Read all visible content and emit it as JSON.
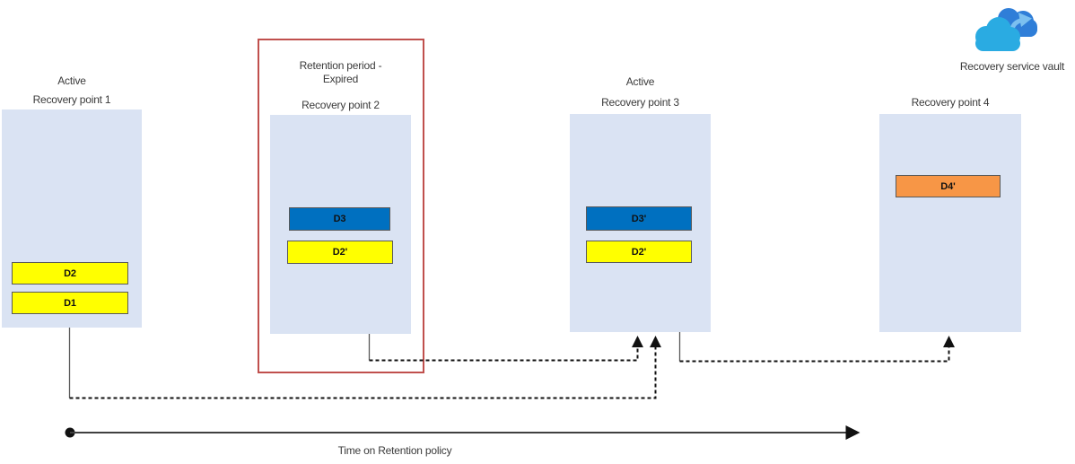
{
  "diagram": {
    "vault": {
      "label": "Recovery service vault",
      "icon": "recovery-vault-cloud-icon"
    },
    "recovery_points": [
      {
        "status": "Active",
        "title": "Recovery point 1",
        "highlighted": false,
        "chips": [
          {
            "label": "D2",
            "color": "#ffff00"
          },
          {
            "label": "D1",
            "color": "#ffff00"
          }
        ]
      },
      {
        "status": "Retention period -\nExpired",
        "title": "Recovery point 2",
        "highlighted": true,
        "chips": [
          {
            "label": "D3",
            "color": "#0070c0"
          },
          {
            "label": "D2'",
            "color": "#ffff00"
          }
        ]
      },
      {
        "status": "Active",
        "title": "Recovery point 3",
        "highlighted": false,
        "chips": [
          {
            "label": "D3'",
            "color": "#0070c0"
          },
          {
            "label": "D2'",
            "color": "#ffff00"
          }
        ]
      },
      {
        "status": "",
        "title": "Recovery point 4",
        "highlighted": false,
        "chips": [
          {
            "label": "D4'",
            "color": "#f79646"
          }
        ]
      }
    ],
    "timeline": {
      "label": "Time on Retention policy"
    },
    "colors": {
      "panel_fill": "#dae3f3",
      "highlight_border": "#c0504d",
      "chip_yellow": "#ffff00",
      "chip_blue": "#0070c0",
      "chip_orange": "#f79646",
      "connector_solid": "#595959",
      "connector_dashed": "#111111",
      "timeline_axis": "#404040",
      "cloud_back": "#2f7ed8",
      "cloud_front": "#2aabe2",
      "cloud_arrow": "#7cc0f0"
    }
  }
}
